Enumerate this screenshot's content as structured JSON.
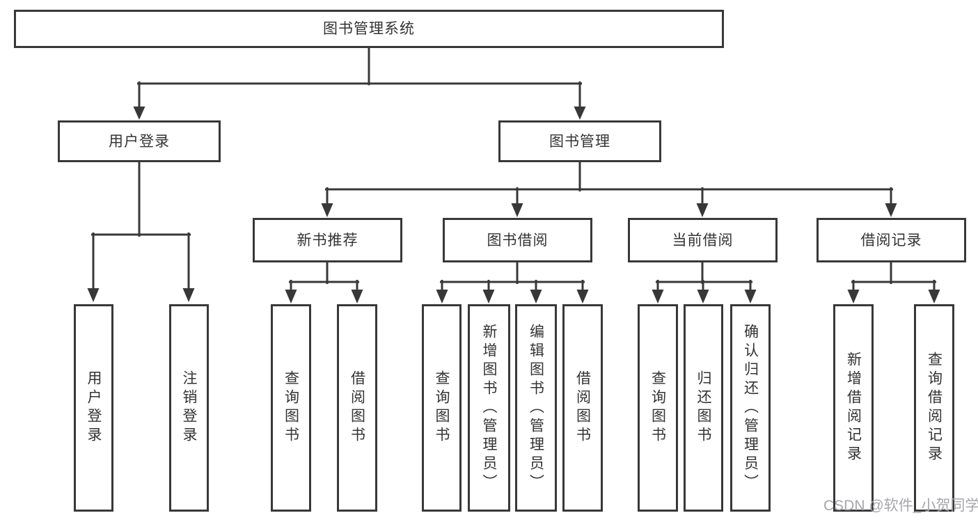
{
  "diagram": {
    "root": {
      "label": "图书管理系统"
    },
    "user_login": {
      "label": "用户登录",
      "children": [
        {
          "label": "用户登录"
        },
        {
          "label": "注销登录"
        }
      ]
    },
    "book_management": {
      "label": "图书管理",
      "modules": [
        {
          "label": "新书推荐",
          "children": [
            {
              "label": "查询图书"
            },
            {
              "label": "借阅图书"
            }
          ]
        },
        {
          "label": "图书借阅",
          "children": [
            {
              "label": "查询图书"
            },
            {
              "label": "新增图书（管理员）"
            },
            {
              "label": "编辑图书（管理员）"
            },
            {
              "label": "借阅图书"
            }
          ]
        },
        {
          "label": "当前借阅",
          "children": [
            {
              "label": "查询图书"
            },
            {
              "label": "归还图书"
            },
            {
              "label": "确认归还（管理员）"
            }
          ]
        },
        {
          "label": "借阅记录",
          "children": [
            {
              "label": "新增借阅记录"
            },
            {
              "label": "查询借阅记录"
            }
          ]
        }
      ]
    }
  },
  "watermark": {
    "text": "CSDN @软件_小贺同学"
  },
  "colors": {
    "line": "#383838",
    "text": "#333333",
    "watermark": "#a6a6ac",
    "background": "#ffffff"
  }
}
